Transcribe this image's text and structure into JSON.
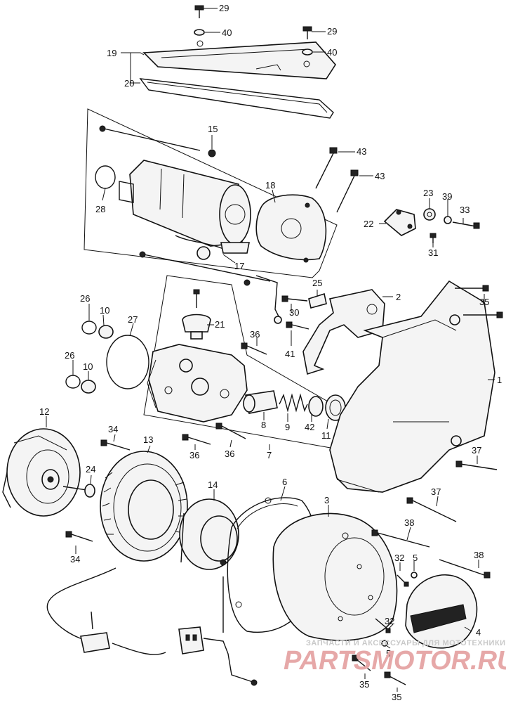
{
  "callouts": [
    {
      "id": "c29a",
      "text": "29"
    },
    {
      "id": "c40a",
      "text": "40"
    },
    {
      "id": "c29b",
      "text": "29"
    },
    {
      "id": "c40b",
      "text": "40"
    },
    {
      "id": "c19",
      "text": "19"
    },
    {
      "id": "c20",
      "text": "20"
    },
    {
      "id": "c15",
      "text": "15"
    },
    {
      "id": "c43a",
      "text": "43"
    },
    {
      "id": "c43b",
      "text": "43"
    },
    {
      "id": "c28",
      "text": "28"
    },
    {
      "id": "c18",
      "text": "18"
    },
    {
      "id": "c23",
      "text": "23"
    },
    {
      "id": "c39",
      "text": "39"
    },
    {
      "id": "c33",
      "text": "33"
    },
    {
      "id": "c22",
      "text": "22"
    },
    {
      "id": "c31",
      "text": "31"
    },
    {
      "id": "c17",
      "text": "17"
    },
    {
      "id": "c25",
      "text": "25"
    },
    {
      "id": "c2",
      "text": "2"
    },
    {
      "id": "c26a",
      "text": "26"
    },
    {
      "id": "c10a",
      "text": "10"
    },
    {
      "id": "c27",
      "text": "27"
    },
    {
      "id": "c21",
      "text": "21"
    },
    {
      "id": "c30",
      "text": "30"
    },
    {
      "id": "c35a",
      "text": "35"
    },
    {
      "id": "c36a",
      "text": "36"
    },
    {
      "id": "c41",
      "text": "41"
    },
    {
      "id": "c26b",
      "text": "26"
    },
    {
      "id": "c10b",
      "text": "10"
    },
    {
      "id": "c1",
      "text": "1"
    },
    {
      "id": "c12",
      "text": "12"
    },
    {
      "id": "c34a",
      "text": "34"
    },
    {
      "id": "c13",
      "text": "13"
    },
    {
      "id": "c8",
      "text": "8"
    },
    {
      "id": "c9",
      "text": "9"
    },
    {
      "id": "c42",
      "text": "42"
    },
    {
      "id": "c11",
      "text": "11"
    },
    {
      "id": "c36b",
      "text": "36"
    },
    {
      "id": "c36c",
      "text": "36"
    },
    {
      "id": "c7",
      "text": "7"
    },
    {
      "id": "c37a",
      "text": "37"
    },
    {
      "id": "c24",
      "text": "24"
    },
    {
      "id": "c14",
      "text": "14"
    },
    {
      "id": "c6",
      "text": "6"
    },
    {
      "id": "c37b",
      "text": "37"
    },
    {
      "id": "c3",
      "text": "3"
    },
    {
      "id": "c38a",
      "text": "38"
    },
    {
      "id": "c34b",
      "text": "34"
    },
    {
      "id": "c32a",
      "text": "32"
    },
    {
      "id": "c5a",
      "text": "5"
    },
    {
      "id": "c38b",
      "text": "38"
    },
    {
      "id": "c32b",
      "text": "32"
    },
    {
      "id": "c4",
      "text": "4"
    },
    {
      "id": "c5b",
      "text": "5"
    },
    {
      "id": "c35b",
      "text": "35"
    },
    {
      "id": "c35c",
      "text": "35"
    }
  ],
  "watermark": {
    "caption": "ЗАПЧАСТИ И АКСЕССУАРЫ ДЛЯ МОТОТЕХНИКИ",
    "brand": "PARTSMOTOR.RU"
  },
  "colors": {
    "line": "#111111",
    "watermark_text": "#e6a8a8",
    "watermark_caption": "#c9c9c9"
  }
}
